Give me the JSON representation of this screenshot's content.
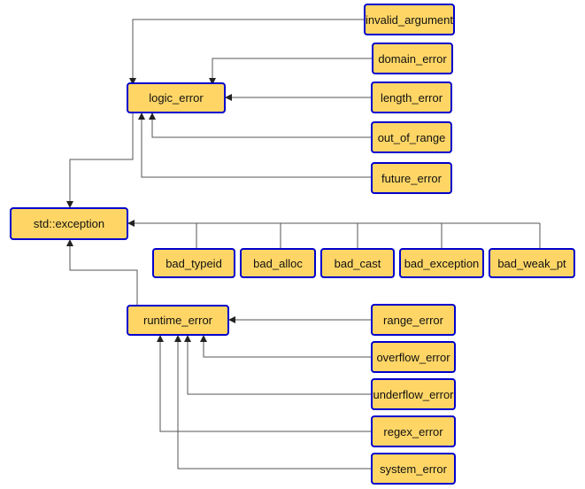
{
  "diagram": {
    "nodes": {
      "std_exception": "std::exception",
      "logic_error": "logic_error",
      "runtime_error": "runtime_error",
      "invalid_argument": "invalid_argument",
      "domain_error": "domain_error",
      "length_error": "length_error",
      "out_of_range": "out_of_range",
      "future_error": "future_error",
      "bad_typeid": "bad_typeid",
      "bad_alloc": "bad_alloc",
      "bad_cast": "bad_cast",
      "bad_exception": "bad_exception",
      "bad_weak_ptr": "bad_weak_pt",
      "range_error": "range_error",
      "overflow_error": "overflow_error",
      "underflow_error": "underflow_error",
      "regex_error": "regex_error",
      "system_error": "system_error"
    },
    "edges": [
      {
        "from": "invalid_argument",
        "to": "logic_error"
      },
      {
        "from": "domain_error",
        "to": "logic_error"
      },
      {
        "from": "length_error",
        "to": "logic_error"
      },
      {
        "from": "out_of_range",
        "to": "logic_error"
      },
      {
        "from": "future_error",
        "to": "logic_error"
      },
      {
        "from": "logic_error",
        "to": "std_exception"
      },
      {
        "from": "bad_typeid",
        "to": "std_exception"
      },
      {
        "from": "bad_alloc",
        "to": "std_exception"
      },
      {
        "from": "bad_cast",
        "to": "std_exception"
      },
      {
        "from": "bad_exception",
        "to": "std_exception"
      },
      {
        "from": "bad_weak_ptr",
        "to": "std_exception"
      },
      {
        "from": "runtime_error",
        "to": "std_exception"
      },
      {
        "from": "range_error",
        "to": "runtime_error"
      },
      {
        "from": "overflow_error",
        "to": "runtime_error"
      },
      {
        "from": "underflow_error",
        "to": "runtime_error"
      },
      {
        "from": "regex_error",
        "to": "runtime_error"
      },
      {
        "from": "system_error",
        "to": "runtime_error"
      }
    ],
    "colors": {
      "node_fill": "#ffd666",
      "node_border": "#0000cc",
      "edge": "#555555",
      "text": "#111111"
    }
  }
}
